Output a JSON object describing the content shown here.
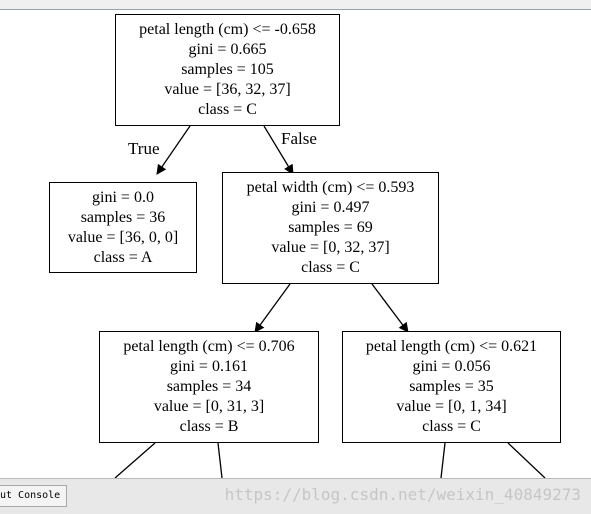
{
  "tree": {
    "nodes": [
      {
        "id": "root",
        "lines": [
          "petal length (cm) <= -0.658",
          "gini = 0.665",
          "samples = 105",
          "value = [36, 32, 37]",
          "class = C"
        ]
      },
      {
        "id": "left",
        "lines": [
          "gini = 0.0",
          "samples = 36",
          "value = [36, 0, 0]",
          "class = A"
        ]
      },
      {
        "id": "right",
        "lines": [
          "petal width (cm) <= 0.593",
          "gini = 0.497",
          "samples = 69",
          "value = [0, 32, 37]",
          "class = C"
        ]
      },
      {
        "id": "rl",
        "lines": [
          "petal length (cm) <= 0.706",
          "gini = 0.161",
          "samples = 34",
          "value = [0, 31, 3]",
          "class = B"
        ]
      },
      {
        "id": "rr",
        "lines": [
          "petal length (cm) <= 0.621",
          "gini = 0.056",
          "samples = 35",
          "value = [0, 1, 34]",
          "class = C"
        ]
      }
    ],
    "edge_labels": {
      "true_label": "True",
      "false_label": "False"
    }
  },
  "status_bar": {
    "console_tab": "ut Console",
    "watermark": "https://blog.csdn.net/weixin_40849273"
  }
}
